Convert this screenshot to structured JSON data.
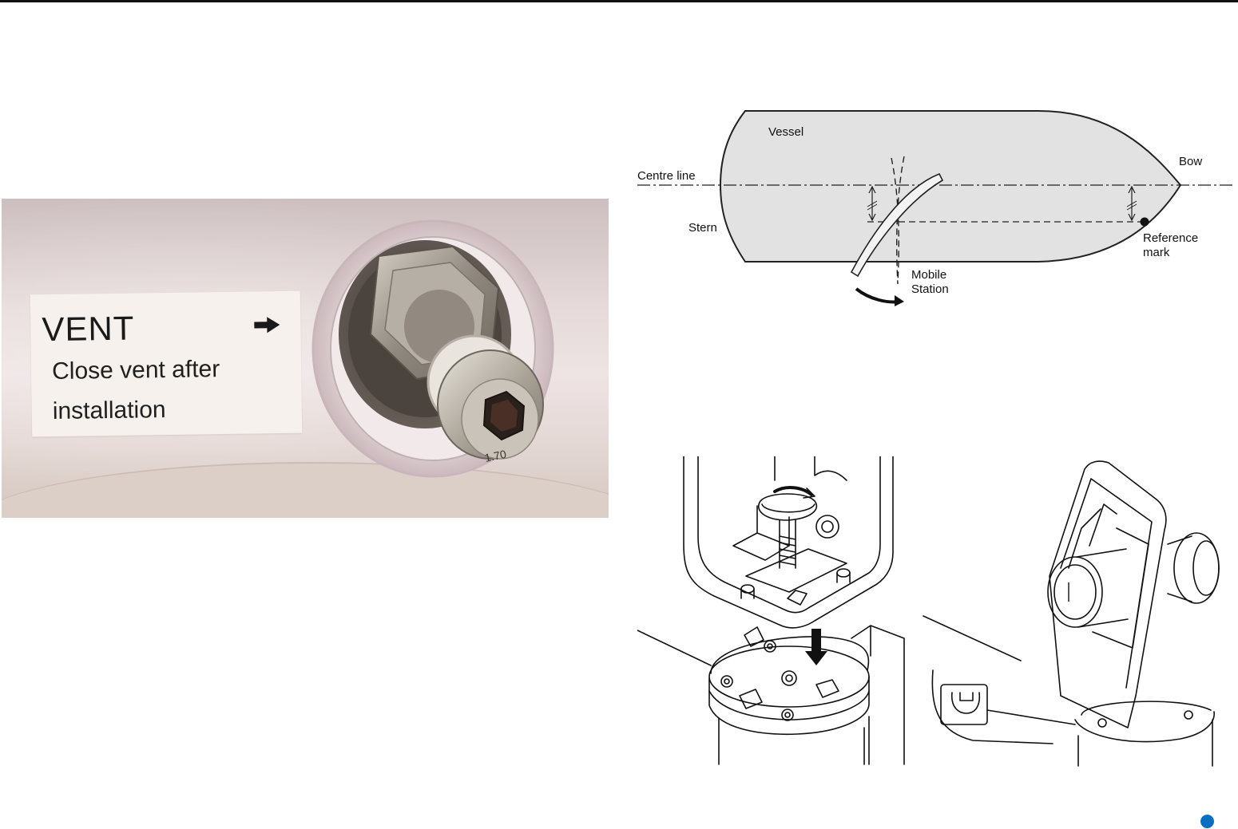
{
  "photo": {
    "label_title": "VENT",
    "label_arrow_icon": "right-arrow-icon",
    "label_line1": "Close vent after",
    "label_line2": "installation",
    "fitting_marking": "1.70"
  },
  "vessel_diagram": {
    "vessel": "Vessel",
    "centre_line": "Centre line",
    "bow": "Bow",
    "stern": "Stern",
    "reference_line1": "Reference",
    "reference_line2": "mark",
    "mobile_line1": "Mobile",
    "mobile_line2": "Station"
  },
  "colors": {
    "accent": "#0a6fc2",
    "rule": "#111111",
    "hull_fill": "#e2e2e2"
  },
  "page_marker_icon": "page-dot-icon"
}
